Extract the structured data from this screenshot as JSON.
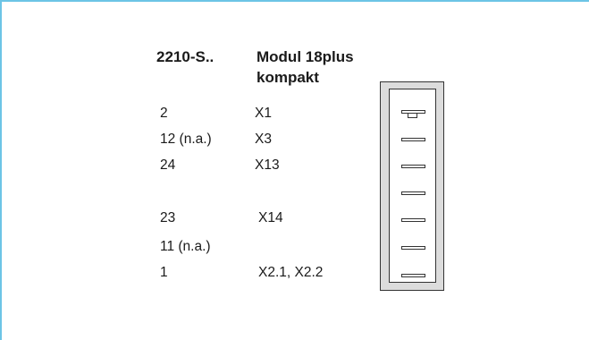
{
  "header": {
    "col1": "2210-S..",
    "col2_line1": "Modul 18plus",
    "col2_line2": "kompakt"
  },
  "rows": [
    {
      "pin": "2",
      "terminal": "X1"
    },
    {
      "pin": "12 (n.a.)",
      "terminal": "X3"
    },
    {
      "pin": "24",
      "terminal": "X13"
    },
    {
      "pin": "23",
      "terminal": "X14"
    },
    {
      "pin": "11 (n.a.)",
      "terminal": ""
    },
    {
      "pin": "1",
      "terminal": "X2.1, X2.2"
    }
  ],
  "colors": {
    "frame": "#6cc4e6",
    "connector_fill": "#dcdcdc",
    "line": "#333333"
  }
}
